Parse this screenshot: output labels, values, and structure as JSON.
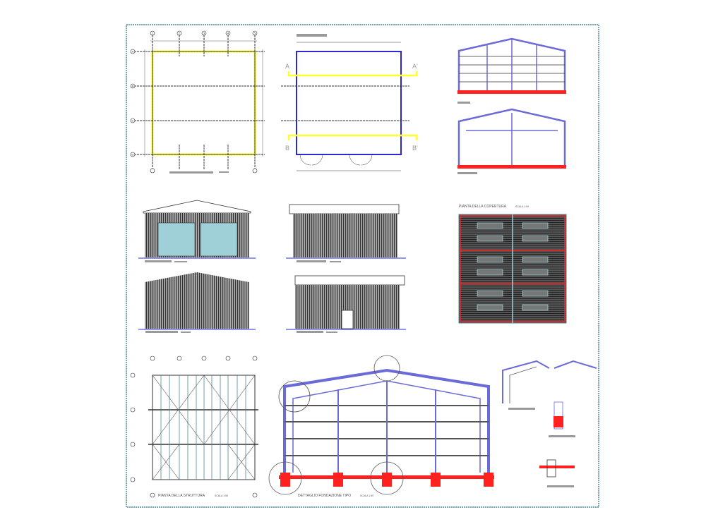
{
  "sheet": {
    "border_color": "#4a8a9a",
    "accent_colors": {
      "structure": "#6a6ad8",
      "foundation": "#ff2020",
      "highlight": "#ffff30",
      "cladding": "#444444",
      "glazing": "#9fd0d8"
    }
  },
  "plan_grid": {
    "rows": [
      "A",
      "B",
      "C",
      "D"
    ],
    "columns": [
      "1",
      "2",
      "3",
      "4",
      "5"
    ]
  },
  "sections": {
    "a_start": "A",
    "a_end": "A'",
    "b_start": "B",
    "b_end": "B'"
  },
  "titles": {
    "roof_plan": "PIANTA DELLA COPERTURA",
    "roof_plan_scale": "SCALA 1:50",
    "structure_plan": "PIANTA DELLA STRUTTURA",
    "structure_plan_scale": "SCALA 1:50",
    "foundation_detail": "DETTAGLIO FONDAZIONE TIPO",
    "foundation_detail_scale": "SCALA 1:50"
  }
}
